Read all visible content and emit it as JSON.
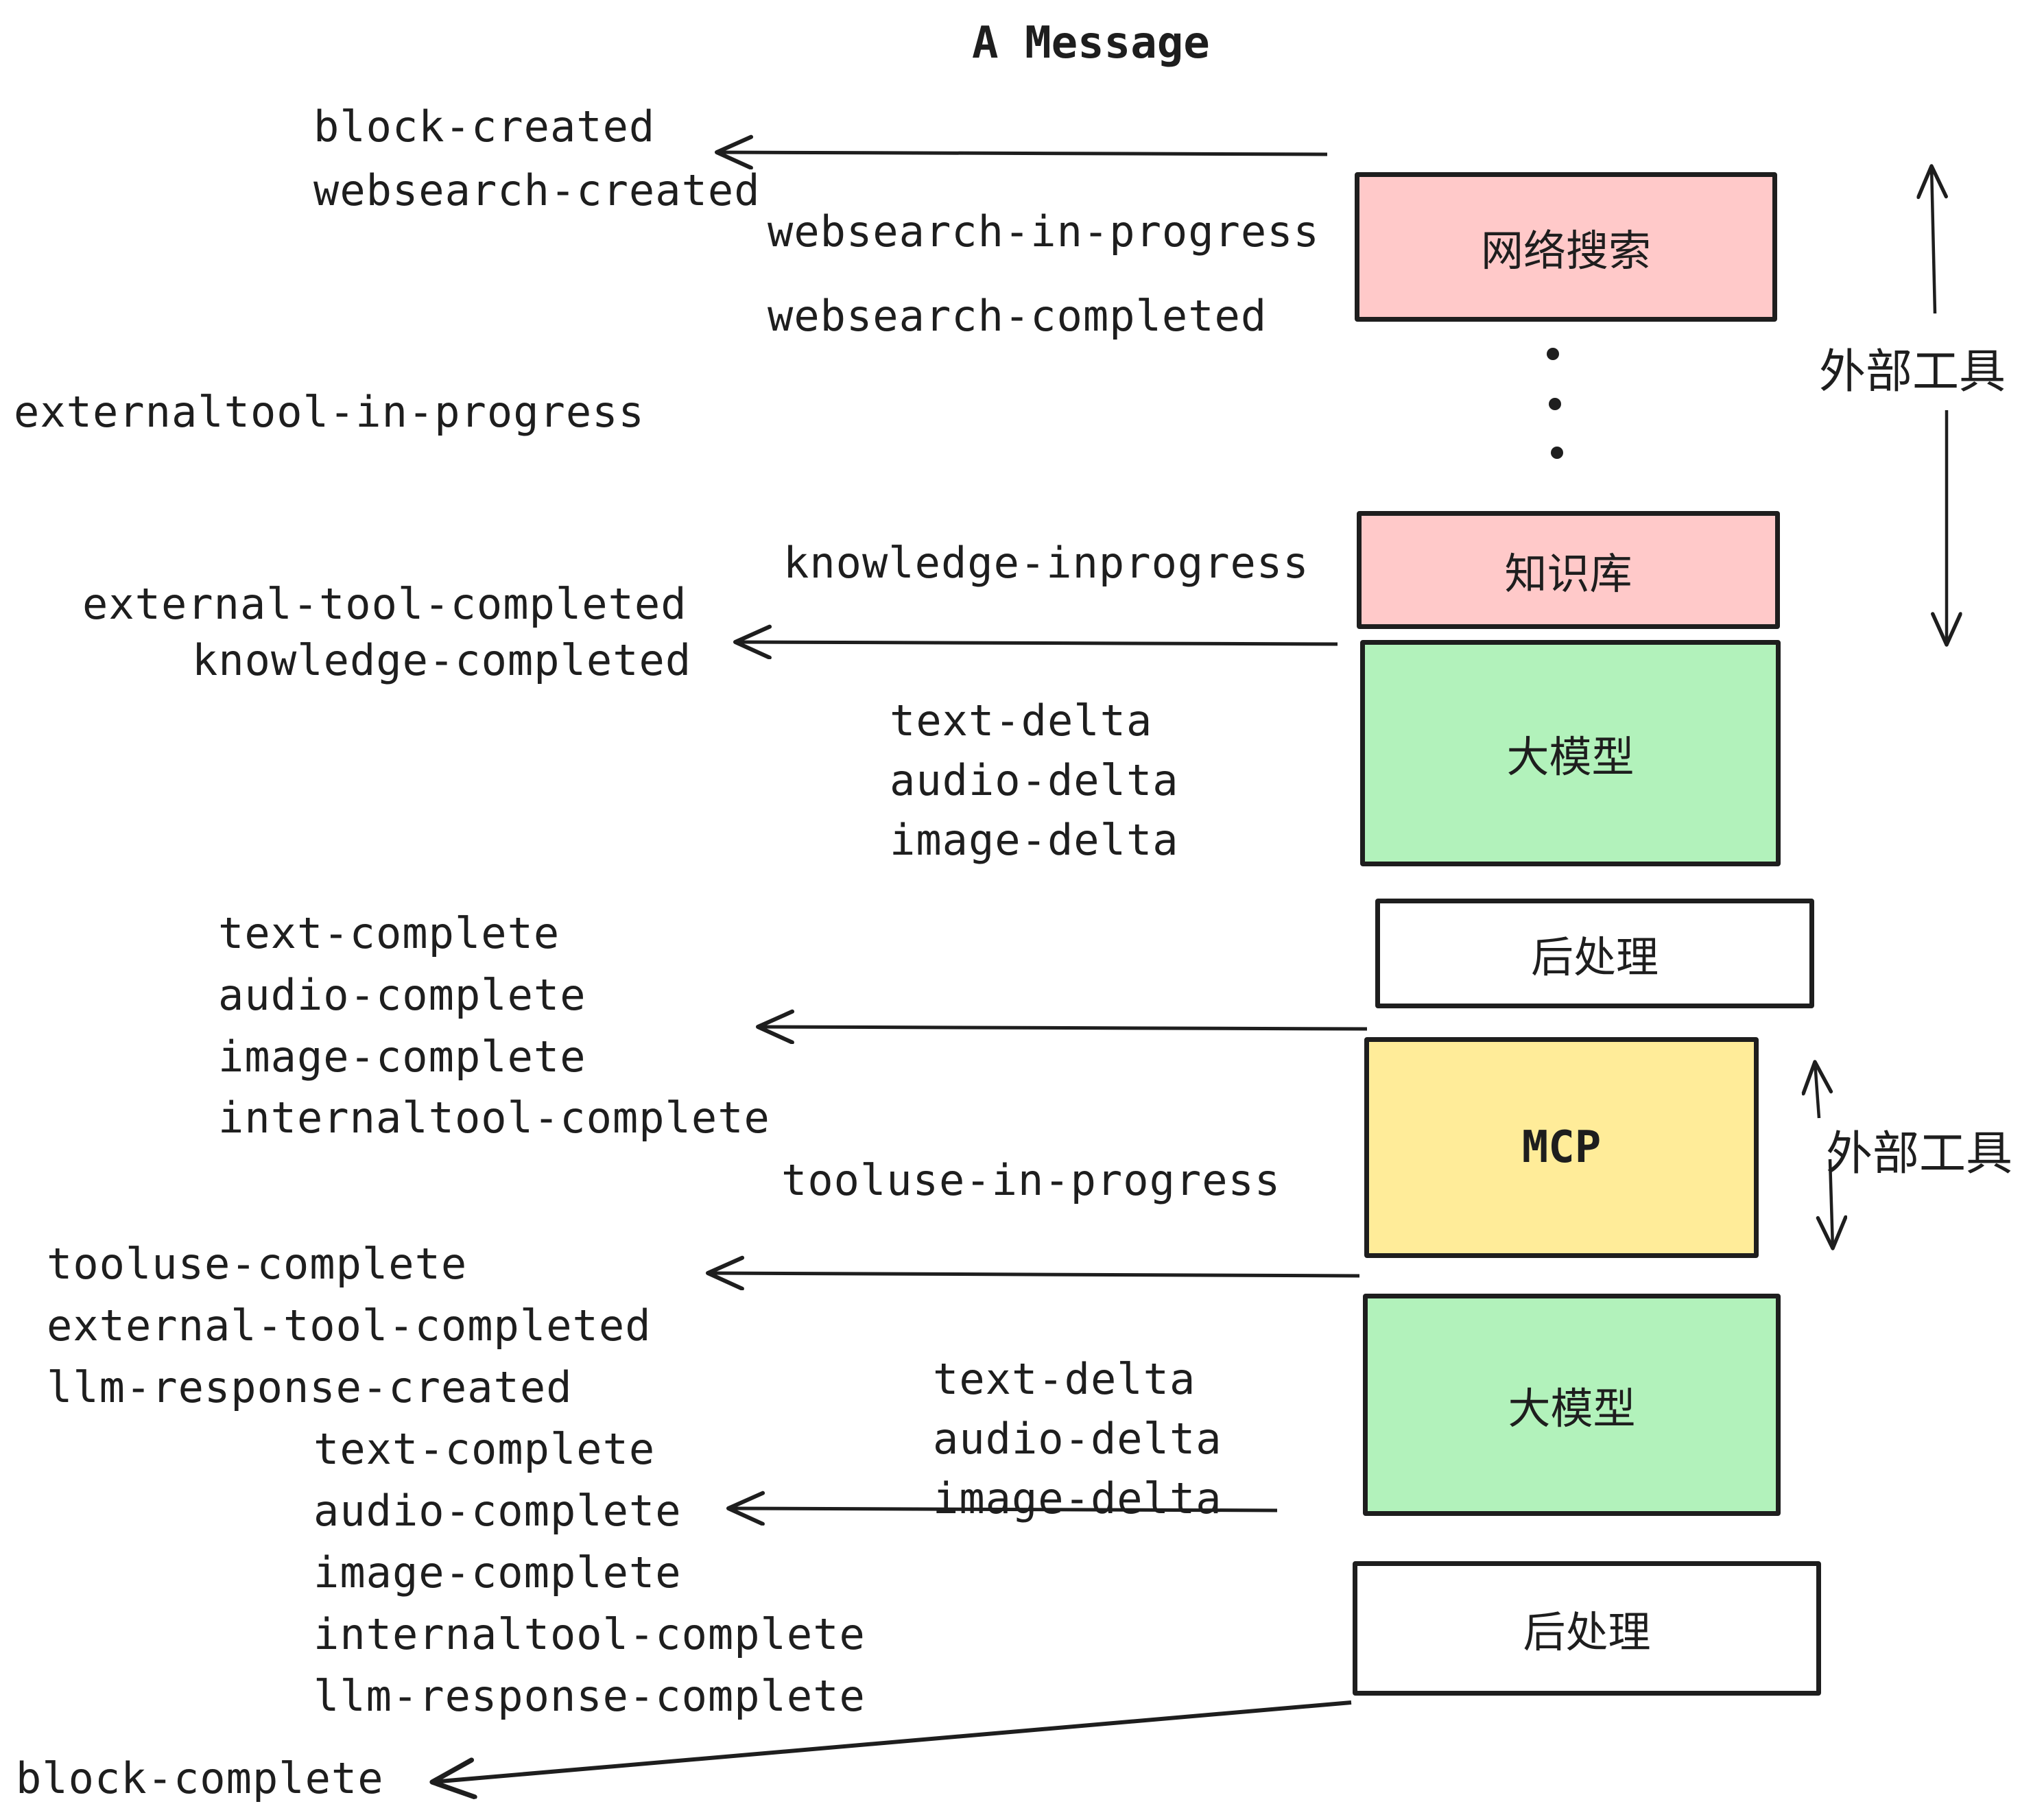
{
  "title": "A Message",
  "boxes": {
    "websearch": {
      "label": "网络搜索",
      "color": "#ffc9c9"
    },
    "knowledge": {
      "label": "知识库",
      "color": "#ffc9c9"
    },
    "llm1": {
      "label": "大模型",
      "color": "#b2f2bb"
    },
    "post1": {
      "label": "后处理",
      "color": "#ffffff"
    },
    "mcp": {
      "label": "MCP",
      "color": "#ffec99"
    },
    "llm2": {
      "label": "大模型",
      "color": "#b2f2bb"
    },
    "post2": {
      "label": "后处理",
      "color": "#ffffff"
    }
  },
  "annotations": {
    "external_tools_1": "外部工具",
    "external_tools_2": "外部工具"
  },
  "events": {
    "block_created": "block-created",
    "websearch_created": "websearch-created",
    "websearch_in_progress": "websearch-in-progress",
    "websearch_completed": "websearch-completed",
    "externaltool_in_progress": "externaltool-in-progress",
    "knowledge_inprogress": "knowledge-inprogress",
    "external_tool_completed_1": "external-tool-completed",
    "knowledge_completed": "knowledge-completed",
    "deltas1": [
      "text-delta",
      "audio-delta",
      "image-delta"
    ],
    "text_complete_1": "text-complete",
    "audio_complete_1": "audio-complete",
    "image_complete_1": "image-complete",
    "internaltool_complete_1": "internaltool-complete",
    "tooluse_in_progress": "tooluse-in-progress",
    "tooluse_complete": "tooluse-complete",
    "external_tool_completed_2": "external-tool-completed",
    "llm_response_created": "llm-response-created",
    "deltas2": [
      "text-delta",
      "audio-delta",
      "image-delta"
    ],
    "text_complete_2": "text-complete",
    "audio_complete_2": "audio-complete",
    "image_complete_2": "image-complete",
    "internaltool_complete_2": "internaltool-complete",
    "llm_response_complete": "llm-response-complete",
    "block_complete": "block-complete"
  },
  "colors": {
    "stroke": "#1e1e1e",
    "pink": "#ffc9c9",
    "green": "#b2f2bb",
    "yellow": "#ffec99",
    "white": "#ffffff"
  }
}
